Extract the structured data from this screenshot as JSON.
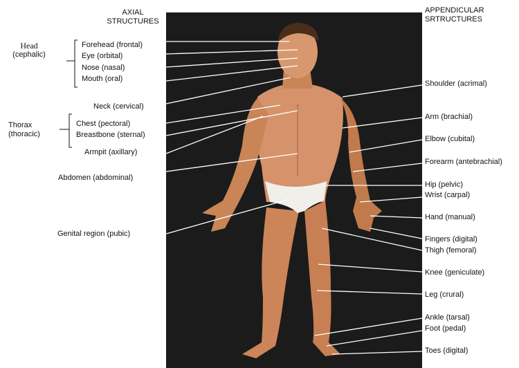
{
  "headers": {
    "axial": [
      "AXIAL",
      "STRUCTURES"
    ],
    "appendicular": [
      "APPENDICULAR",
      "SRTRUCTURES"
    ]
  },
  "groups": {
    "head": [
      "Head",
      "(cephalic)"
    ],
    "thorax": [
      "Thorax",
      "(thoracic)"
    ]
  },
  "left_labels": [
    "Forehead (frontal)",
    "Eye (orbital)",
    "Nose (nasal)",
    "Mouth (oral)",
    "Neck (cervical)",
    "Chest (pectoral)",
    "Breastbone (sternal)",
    "Armpit (axillary)",
    "Abdomen (abdominal)",
    "Genital region (pubic)"
  ],
  "right_labels": [
    "Shoulder (acrimal)",
    "Arm (brachial)",
    "Elbow (cubital)",
    "Forearm (antebrachial)",
    "Hip (pelvic)",
    "Wrist (carpal)",
    "Hand (manual)",
    "Fingers (digital)",
    "Thigh (femoral)",
    "Knee (geniculate)",
    "Leg (crural)",
    "Ankle (tarsal)",
    "Foot (pedal)",
    "Toes (digital)"
  ],
  "colors": {
    "photo_bg": "#1b1b1b",
    "skin": "#d6926a",
    "skin_shadow": "#a8623d",
    "hair": "#4a2e1a",
    "briefs": "#f1efe9",
    "leader_line": "#ffffff"
  }
}
